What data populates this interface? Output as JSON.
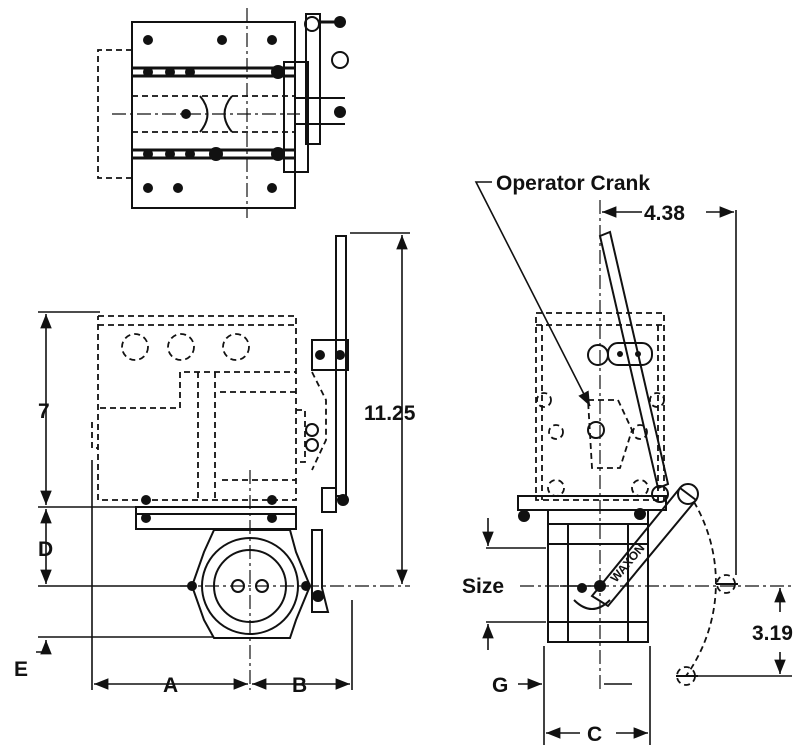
{
  "callouts": {
    "operator_crank": "Operator Crank",
    "size": "Size"
  },
  "dimensions": {
    "d_4_38": "4.38",
    "d_11_25": "11.25",
    "d_7": "7",
    "d_3_19": "3.19"
  },
  "dimension_letters": {
    "a": "A",
    "b": "B",
    "c": "C",
    "d": "D",
    "e": "E",
    "g": "G"
  },
  "part_marking": "WAXON"
}
